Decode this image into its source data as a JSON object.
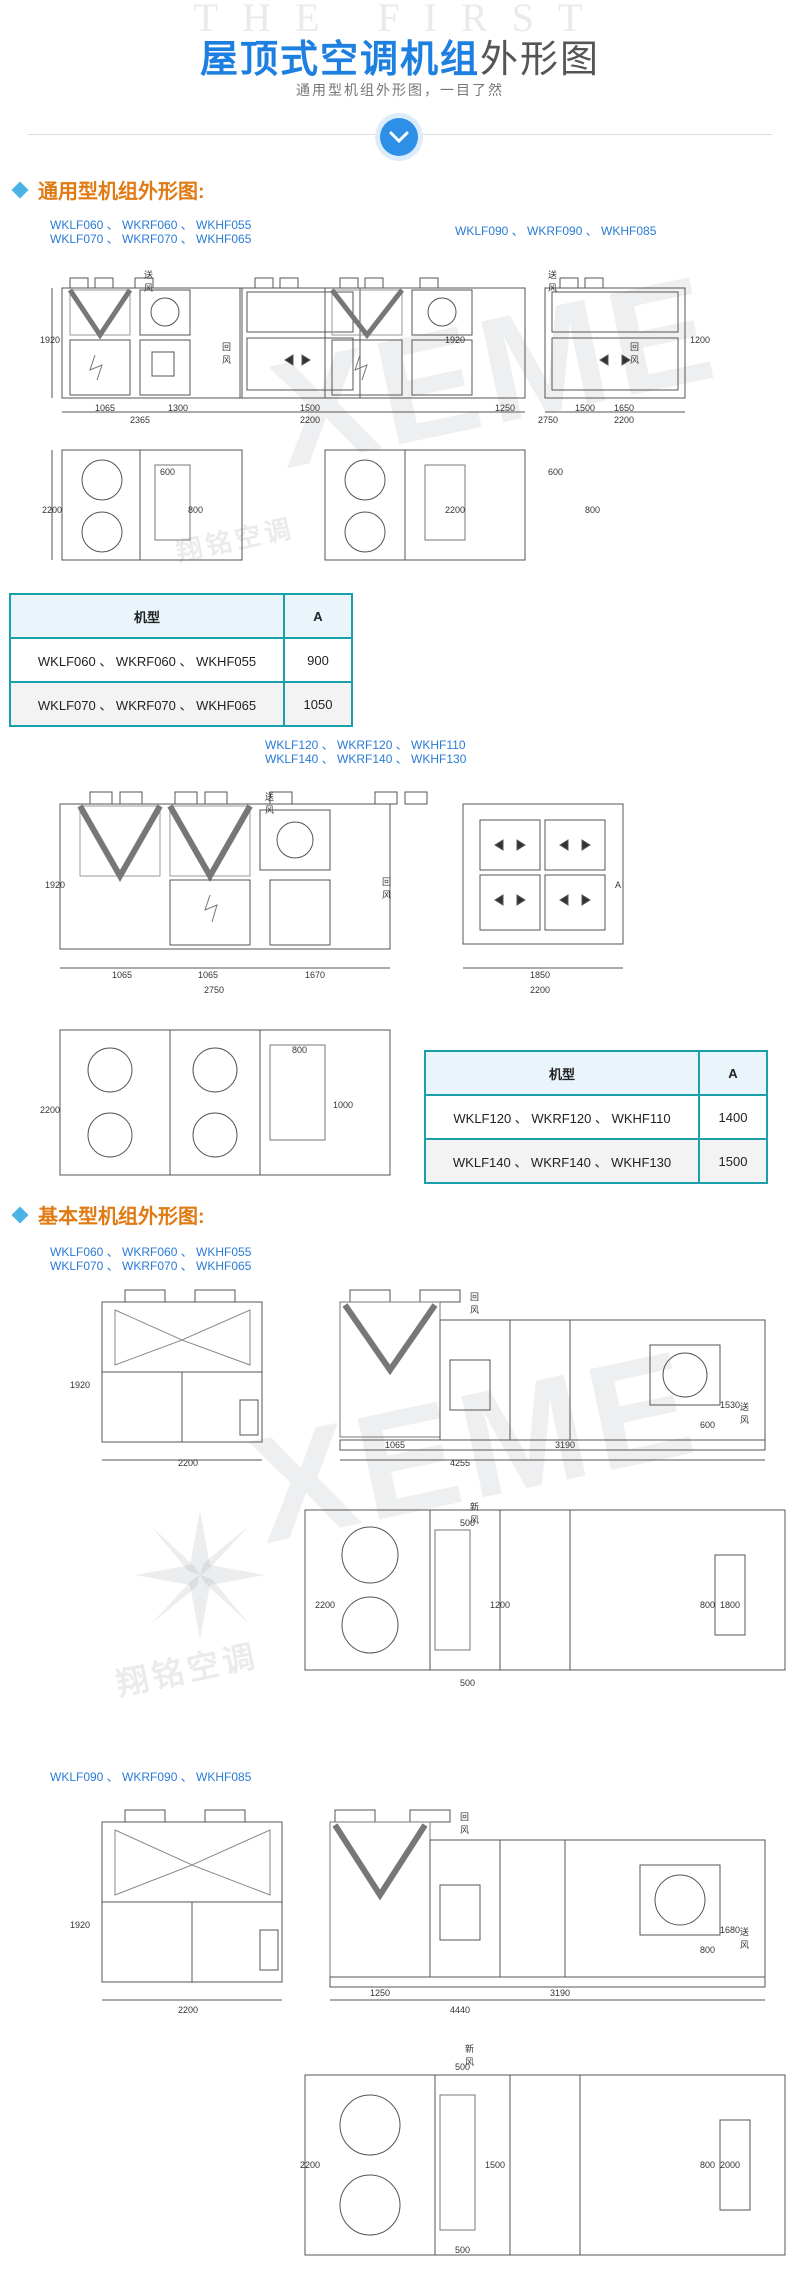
{
  "header": {
    "bg_word": "THE FIRST",
    "title_blue": "屋顶式空调机组",
    "title_rest": "外形图",
    "subtitle": "通用型机组外形图，一目了然"
  },
  "watermark": {
    "brand": "XEME",
    "brand_cn": "翔铭空调"
  },
  "section1": {
    "heading": "通用型机组外形图:",
    "group_a": {
      "models_left": "WKLF060 、 WKRF060 、 WKHF055\nWKLF070 、 WKRF070 、 WKHF065",
      "models_right": "WKLF090 、 WKRF090 、 WKHF085",
      "dims_left_front": [
        "送风",
        "回风",
        "1920",
        "1065",
        "1300",
        "2365"
      ],
      "dims_left_side": [
        "1500",
        "2200"
      ],
      "dims_left_top": [
        "600",
        "800",
        "2200"
      ],
      "dims_right_front": [
        "送风",
        "回风",
        "1920",
        "1250",
        "1500",
        "2750"
      ],
      "dims_right_side": [
        "1650",
        "2200",
        "1200"
      ],
      "dims_right_top": [
        "600",
        "800",
        "2200"
      ]
    },
    "table_a": {
      "headers": [
        "机型",
        "A"
      ],
      "rows": [
        [
          "WKLF060 、 WKRF060 、 WKHF055",
          "900"
        ],
        [
          "WKLF070 、 WKRF070 、 WKHF065",
          "1050"
        ]
      ]
    },
    "group_b": {
      "models": "WKLF120 、 WKRF120 、 WKHF110\nWKLF140 、 WKRF140 、 WKHF130",
      "dims_front": [
        "送风",
        "回风",
        "1920",
        "1065",
        "1065",
        "1670",
        "2750"
      ],
      "dims_side": [
        "A",
        "1850",
        "2200"
      ],
      "dims_top": [
        "800",
        "1000",
        "2200"
      ]
    },
    "table_b": {
      "headers": [
        "机型",
        "A"
      ],
      "rows": [
        [
          "WKLF120 、 WKRF120 、 WKHF110",
          "1400"
        ],
        [
          "WKLF140 、 WKRF140 、 WKHF130",
          "1500"
        ]
      ]
    }
  },
  "section2": {
    "heading": "基本型机组外形图:",
    "group_c": {
      "models": "WKLF060 、 WKRF060 、 WKHF055\nWKLF070 、 WKRF070 、 WKHF065",
      "dims_side": [
        "1920",
        "2200"
      ],
      "dims_front": [
        "回风",
        "送风",
        "600",
        "1530",
        "1065",
        "3190",
        "4255"
      ],
      "dims_top": [
        "新风",
        "500",
        "1200",
        "500",
        "800",
        "1800",
        "2200"
      ]
    },
    "group_d": {
      "models": "WKLF090 、 WKRF090 、 WKHF085",
      "dims_side": [
        "1920",
        "2200"
      ],
      "dims_front": [
        "回风",
        "送风",
        "800",
        "1680",
        "1250",
        "3190",
        "4440"
      ],
      "dims_top": [
        "新风",
        "500",
        "1500",
        "500",
        "800",
        "2000",
        "2200"
      ]
    },
    "panel_label": "新风"
  }
}
